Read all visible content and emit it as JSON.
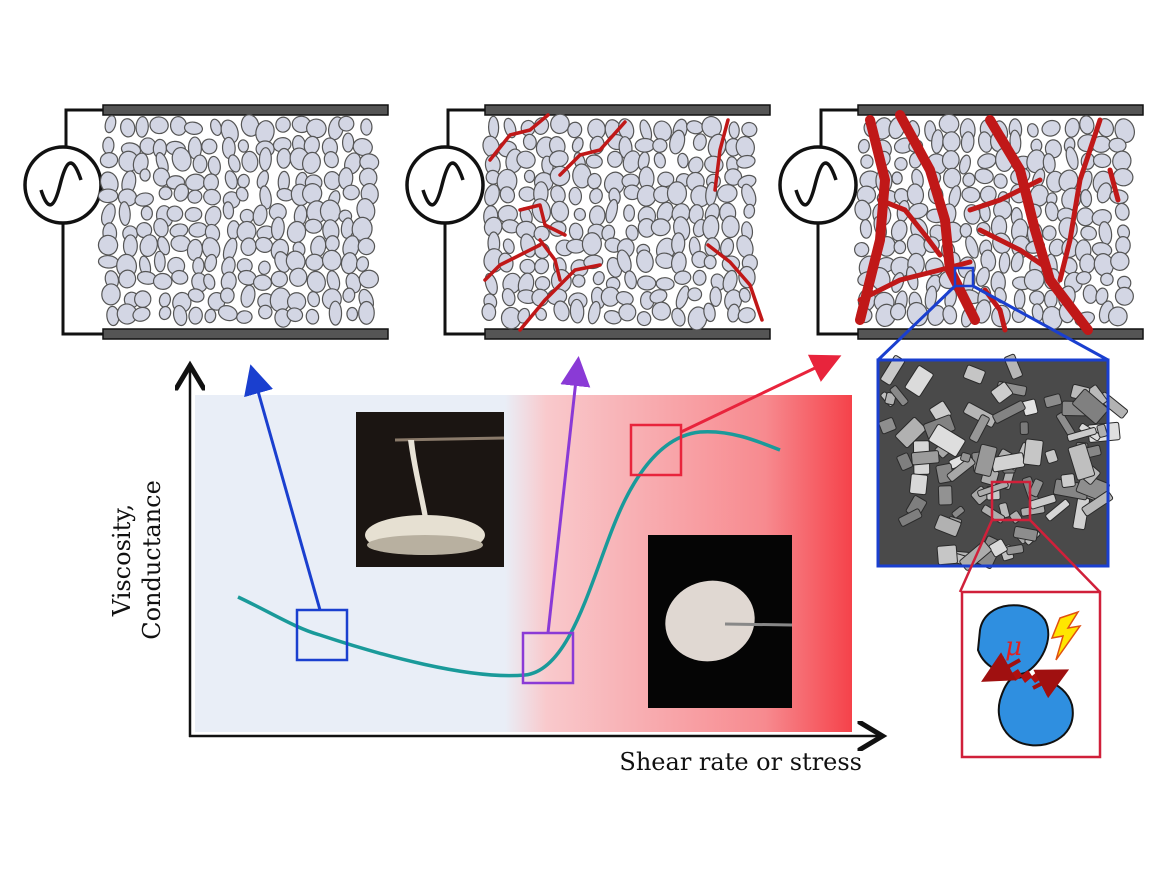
{
  "axes": {
    "y_label_line1": "Viscosity,",
    "y_label_line2": "Conductance",
    "x_label": "Shear rate or stress"
  },
  "inset": {
    "mobility_symbol": "μ"
  },
  "panels": [
    {
      "state": "dispersed"
    },
    {
      "state": "partial-network"
    },
    {
      "state": "percolated-network"
    }
  ],
  "colors": {
    "curve": "#1a9a9a",
    "low_region": "#e9eef7",
    "high_region": "#f5424a",
    "blue_marker": "#1a3fcf",
    "purple_marker": "#8a3ad6",
    "red_marker": "#e8243c",
    "network": "#c01818",
    "particle_fill": "#d3d6e4"
  }
}
